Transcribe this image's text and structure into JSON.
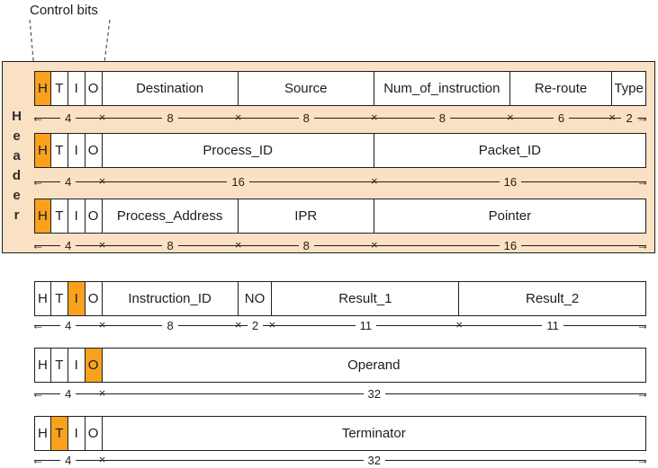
{
  "title": "Control bits",
  "header_label": "Header",
  "colors": {
    "highlight": "#F9A11D",
    "header_bg": "#FBE1C3",
    "border": "#1F1F1F",
    "line": "#1F1F1F"
  },
  "glyphs": {
    "arrow_left": "←",
    "arrow_right": "→",
    "boundary": "×"
  },
  "rows": [
    {
      "id": "header-row-1",
      "section": "header",
      "cells": [
        {
          "label": "H",
          "bits": 1,
          "highlight": true
        },
        {
          "label": "T",
          "bits": 1
        },
        {
          "label": "I",
          "bits": 1
        },
        {
          "label": "O",
          "bits": 1
        },
        {
          "label": "Destination",
          "bits": 8
        },
        {
          "label": "Source",
          "bits": 8
        },
        {
          "label": "Num_of_instruction",
          "bits": 8
        },
        {
          "label": "Re-route",
          "bits": 6
        },
        {
          "label": "Type",
          "bits": 2
        }
      ],
      "dims": [
        {
          "bits": 4,
          "label": "4"
        },
        {
          "bits": 8,
          "label": "8"
        },
        {
          "bits": 8,
          "label": "8"
        },
        {
          "bits": 8,
          "label": "8"
        },
        {
          "bits": 6,
          "label": "6"
        },
        {
          "bits": 2,
          "label": "2"
        }
      ]
    },
    {
      "id": "header-row-2",
      "section": "header",
      "cells": [
        {
          "label": "H",
          "bits": 1,
          "highlight": true
        },
        {
          "label": "T",
          "bits": 1
        },
        {
          "label": "I",
          "bits": 1
        },
        {
          "label": "O",
          "bits": 1
        },
        {
          "label": "Process_ID",
          "bits": 16
        },
        {
          "label": "Packet_ID",
          "bits": 16
        }
      ],
      "dims": [
        {
          "bits": 4,
          "label": "4"
        },
        {
          "bits": 16,
          "label": "16"
        },
        {
          "bits": 16,
          "label": "16"
        }
      ]
    },
    {
      "id": "header-row-3",
      "section": "header",
      "cells": [
        {
          "label": "H",
          "bits": 1,
          "highlight": true
        },
        {
          "label": "T",
          "bits": 1
        },
        {
          "label": "I",
          "bits": 1
        },
        {
          "label": "O",
          "bits": 1
        },
        {
          "label": "Process_Address",
          "bits": 8
        },
        {
          "label": "IPR",
          "bits": 8
        },
        {
          "label": "Pointer",
          "bits": 16
        }
      ],
      "dims": [
        {
          "bits": 4,
          "label": "4"
        },
        {
          "bits": 8,
          "label": "8"
        },
        {
          "bits": 8,
          "label": "8"
        },
        {
          "bits": 16,
          "label": "16"
        }
      ]
    },
    {
      "id": "instruction-row",
      "section": "body",
      "cells": [
        {
          "label": "H",
          "bits": 1
        },
        {
          "label": "T",
          "bits": 1
        },
        {
          "label": "I",
          "bits": 1,
          "highlight": true
        },
        {
          "label": "O",
          "bits": 1
        },
        {
          "label": "Instruction_ID",
          "bits": 8
        },
        {
          "label": "NO",
          "bits": 2
        },
        {
          "label": "Result_1",
          "bits": 11
        },
        {
          "label": "Result_2",
          "bits": 11
        }
      ],
      "dims": [
        {
          "bits": 4,
          "label": "4"
        },
        {
          "bits": 8,
          "label": "8"
        },
        {
          "bits": 2,
          "label": "2"
        },
        {
          "bits": 11,
          "label": "11"
        },
        {
          "bits": 11,
          "label": "11"
        }
      ]
    },
    {
      "id": "operand-row",
      "section": "body",
      "cells": [
        {
          "label": "H",
          "bits": 1
        },
        {
          "label": "T",
          "bits": 1
        },
        {
          "label": "I",
          "bits": 1
        },
        {
          "label": "O",
          "bits": 1,
          "highlight": true
        },
        {
          "label": "Operand",
          "bits": 32
        }
      ],
      "dims": [
        {
          "bits": 4,
          "label": "4"
        },
        {
          "bits": 32,
          "label": "32"
        }
      ]
    },
    {
      "id": "terminator-row",
      "section": "body",
      "cells": [
        {
          "label": "H",
          "bits": 1
        },
        {
          "label": "T",
          "bits": 1,
          "highlight": true
        },
        {
          "label": "I",
          "bits": 1
        },
        {
          "label": "O",
          "bits": 1
        },
        {
          "label": "Terminator",
          "bits": 32
        }
      ],
      "dims": [
        {
          "bits": 4,
          "label": "4"
        },
        {
          "bits": 32,
          "label": "32"
        }
      ]
    }
  ]
}
